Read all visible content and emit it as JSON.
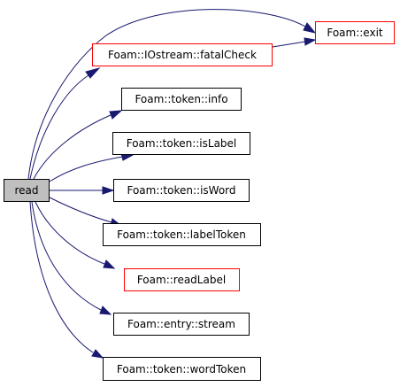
{
  "graph": {
    "root": {
      "label": "read"
    },
    "nodes": [
      {
        "id": "exit",
        "label": "Foam::exit",
        "border": "#ff0000"
      },
      {
        "id": "fatalCheck",
        "label": "Foam::IOstream::fatalCheck",
        "border": "#ff0000"
      },
      {
        "id": "info",
        "label": "Foam::token::info",
        "border": "#000000"
      },
      {
        "id": "isLabel",
        "label": "Foam::token::isLabel",
        "border": "#000000"
      },
      {
        "id": "isWord",
        "label": "Foam::token::isWord",
        "border": "#000000"
      },
      {
        "id": "labelToken",
        "label": "Foam::token::labelToken",
        "border": "#000000"
      },
      {
        "id": "readLabel",
        "label": "Foam::readLabel",
        "border": "#ff0000"
      },
      {
        "id": "stream",
        "label": "Foam::entry::stream",
        "border": "#000000"
      },
      {
        "id": "wordToken",
        "label": "Foam::token::wordToken",
        "border": "#000000"
      }
    ],
    "colors": {
      "edge": "#191970",
      "root_fill": "#bfbfbf",
      "node_fill": "#ffffff"
    }
  }
}
